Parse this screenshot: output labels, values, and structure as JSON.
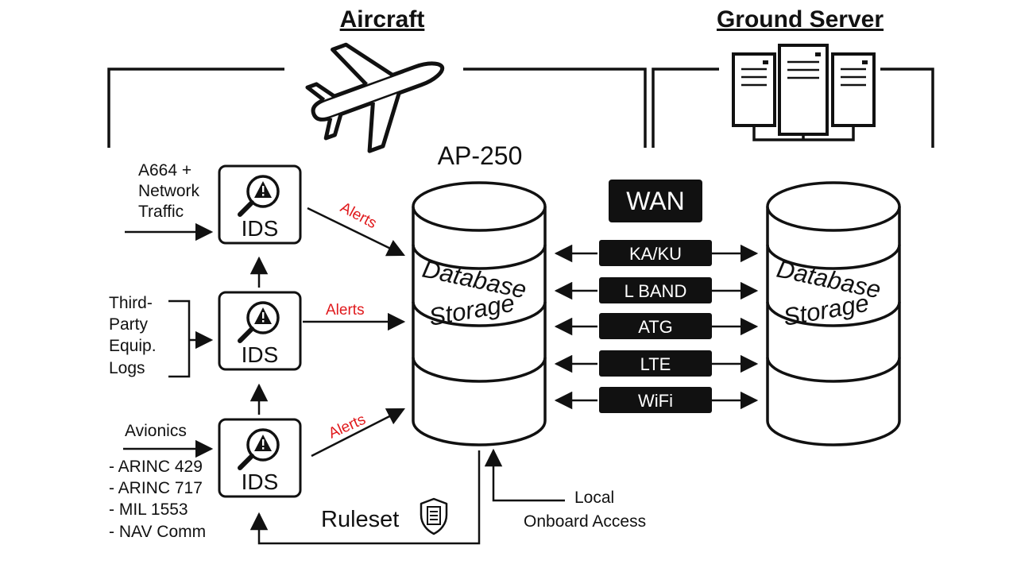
{
  "headings": {
    "aircraft": "Aircraft",
    "ground_server": "Ground Server"
  },
  "ap_label": "AP-250",
  "ids_label": "IDS",
  "inputs": {
    "network": [
      "A664 +",
      "Network",
      "Traffic"
    ],
    "third_party": [
      "Third-",
      "Party",
      "Equip.",
      "Logs"
    ],
    "avionics_title": "Avionics",
    "avionics_list": [
      "- ARINC 429",
      "- ARINC 717",
      "- MIL 1553",
      "- NAV Comm"
    ]
  },
  "alerts_label": "Alerts",
  "database": {
    "line1": "Database",
    "line2": "Storage"
  },
  "wan": {
    "title": "WAN",
    "links": [
      "KA/KU",
      "L BAND",
      "ATG",
      "LTE",
      "WiFi"
    ]
  },
  "ruleset_label": "Ruleset",
  "local_access": [
    "Local",
    "Onboard Access"
  ],
  "icons": [
    "airplane-icon",
    "server-icon",
    "warning-icon",
    "magnifier-icon",
    "shield-checklist-icon"
  ],
  "colors": {
    "alert": "#e0191c",
    "ink": "#111111",
    "pill": "#111111"
  }
}
